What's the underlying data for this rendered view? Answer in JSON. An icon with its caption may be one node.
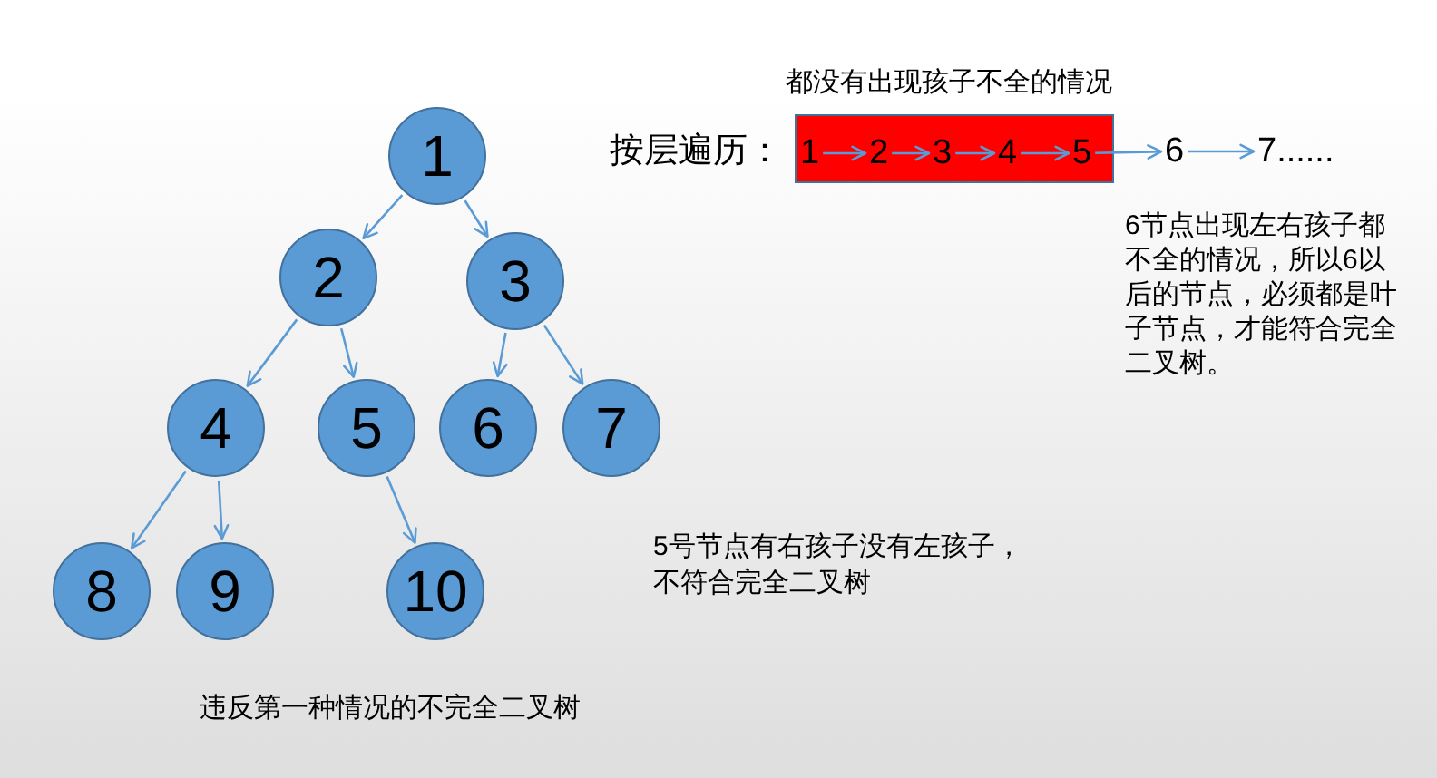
{
  "diagram": {
    "caption": "违反第一种情况的不完全二叉树",
    "nodes": [
      {
        "text": [
          "1"
        ]
      },
      {
        "text": [
          "2"
        ]
      },
      {
        "text": [
          "3"
        ]
      },
      {
        "text": [
          "4"
        ]
      },
      {
        "text": [
          "5"
        ]
      },
      {
        "text": [
          "6"
        ]
      },
      {
        "text": [
          "7"
        ]
      },
      {
        "text": [
          "8"
        ]
      },
      {
        "text": [
          "9"
        ]
      },
      {
        "text": [
          "10"
        ]
      },
      {
        "text": [
          "都没有出现孩子不全的情况"
        ]
      },
      {
        "text": [
          "1"
        ],
        "in": 10
      },
      {
        "text": [
          "2"
        ],
        "in": 10
      },
      {
        "text": [
          "3"
        ],
        "in": 10
      },
      {
        "text": [
          "4"
        ],
        "in": 10
      },
      {
        "text": [
          "5"
        ],
        "in": 10
      },
      {
        "text": [
          "6"
        ]
      },
      {
        "text": [
          "7......"
        ]
      }
    ],
    "edges": [
      {
        "from": 0,
        "to": 1,
        "arrow": "to"
      },
      {
        "from": 0,
        "to": 2,
        "arrow": "to"
      },
      {
        "from": 1,
        "to": 3,
        "arrow": "to"
      },
      {
        "from": 1,
        "to": 4,
        "arrow": "to"
      },
      {
        "from": 2,
        "to": 5,
        "arrow": "to"
      },
      {
        "from": 2,
        "to": 6,
        "arrow": "to"
      },
      {
        "from": 3,
        "to": 7,
        "arrow": "to"
      },
      {
        "from": 3,
        "to": 8,
        "arrow": "to"
      },
      {
        "from": 4,
        "to": 9,
        "arrow": "to"
      },
      {
        "from": 11,
        "to": 12,
        "arrow": "to"
      },
      {
        "from": 12,
        "to": 13,
        "arrow": "to"
      },
      {
        "from": 13,
        "to": 14,
        "arrow": "to"
      },
      {
        "from": 14,
        "to": 15,
        "arrow": "to"
      },
      {
        "from": 15,
        "to": 16,
        "arrow": "to"
      },
      {
        "from": 16,
        "to": 17,
        "arrow": "to"
      }
    ],
    "labels": [
      "按层遍历：",
      "6节点出现左右孩子都不全的情况，所以6以后的节点，必须都是叶子节点，才能符合完全二叉树。",
      "5号节点有右孩子没有左孩子，不符合完全二叉树"
    ]
  }
}
